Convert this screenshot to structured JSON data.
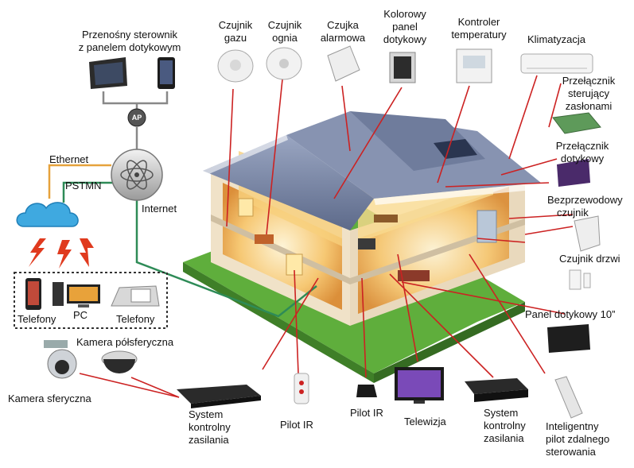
{
  "labels": {
    "portable_controller": [
      "Przenośny sterownik",
      "z panelem dotykowym"
    ],
    "ap_badge": "AP",
    "gas_sensor": [
      "Czujnik",
      "gazu"
    ],
    "fire_sensor": [
      "Czujnik",
      "ognia"
    ],
    "alarm_sensor": [
      "Czujka",
      "alarmowa"
    ],
    "color_panel": [
      "Kolorowy",
      "panel",
      "dotykowy"
    ],
    "temp_controller": [
      "Kontroler",
      "temperatury"
    ],
    "air_conditioning": "Klimatyzacja",
    "blinds_switch": [
      "Przełącznik",
      "sterujący",
      "zasłonami"
    ],
    "touch_switch": [
      "Przełącznik",
      "dotykowy"
    ],
    "wireless_sensor": [
      "Bezprzewodowy",
      "czujnik"
    ],
    "door_sensor": "Czujnik drzwi",
    "touch_panel_10": "Panel dotykowy 10”",
    "ethernet": "Ethernet",
    "pstmn": "PSTMN",
    "internet": "Internet",
    "phones_left": "Telefony",
    "pc": "PC",
    "phones_right": "Telefony",
    "dome_camera": "Kamera półsferyczna",
    "spherical_camera": "Kamera sferyczna",
    "power_system_left": [
      "System",
      "kontrolny",
      "zasilania"
    ],
    "ir_remote_1": "Pilot IR",
    "ir_remote_2": "Pilot IR",
    "television": "Telewizja",
    "power_system_right": [
      "System",
      "kontrolny",
      "zasilania"
    ],
    "smart_remote": [
      "Inteligentny",
      "pilot zdalnego",
      "sterowania"
    ]
  },
  "colors": {
    "ethernet_line": "#e6a23c",
    "pstmn_line": "#2e8b57",
    "pointer_line": "#cc2222",
    "cloud": "#3fa9e0",
    "wireless_bolt": "#e03a1e",
    "roof": "#7d8aa8",
    "wall_light": "#f3e6cf",
    "interior_glow": "#f2a640",
    "lawn": "#5fae3c"
  }
}
